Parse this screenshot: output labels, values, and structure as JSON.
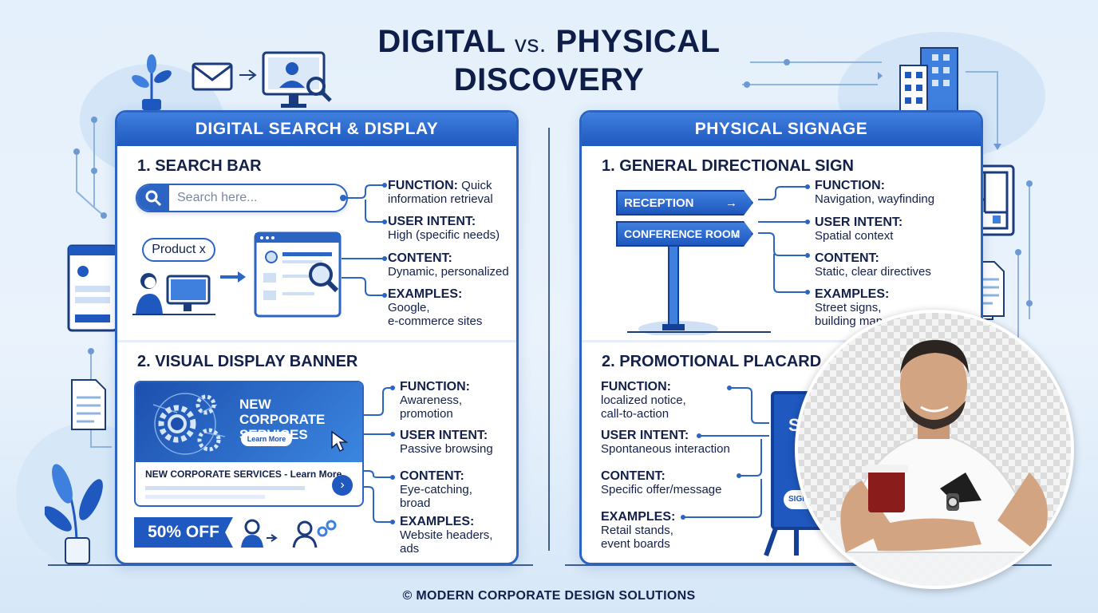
{
  "title": {
    "part1": "DIGITAL",
    "vs": "vs.",
    "part2": "PHYSICAL",
    "part3": "DISCOVERY"
  },
  "digital": {
    "header": "DIGITAL SEARCH & DISPLAY",
    "search_section": {
      "title": "1. SEARCH BAR",
      "placeholder": "Search here...",
      "bubble": "Product x",
      "items": [
        {
          "label": "FUNCTION:",
          "value_inline": "Quick",
          "value": "information retrieval"
        },
        {
          "label": "USER INTENT:",
          "value": "High (specific needs)"
        },
        {
          "label": "CONTENT:",
          "value": "Dynamic, personalized"
        },
        {
          "label": "EXAMPLES:",
          "value": "Google,",
          "value2": "e-commerce sites"
        }
      ]
    },
    "banner_section": {
      "title": "2. VISUAL DISPLAY BANNER",
      "banner_title": "NEW CORPORATE SERVICES",
      "banner_button": "Learn More",
      "banner_footer": "NEW CORPORATE SERVICES - Learn More",
      "offer": "50% OFF",
      "items": [
        {
          "label": "FUNCTION:",
          "value": "Awareness,",
          "value2": "promotion"
        },
        {
          "label": "USER INTENT:",
          "value": "Passive browsing"
        },
        {
          "label": "CONTENT:",
          "value": "Eye-catching,",
          "value2": "broad"
        },
        {
          "label": "EXAMPLES:",
          "value": "Website headers,",
          "value2": "ads"
        }
      ]
    }
  },
  "physical": {
    "header": "PHYSICAL SIGNAGE",
    "directional_section": {
      "title": "1. GENERAL DIRECTIONAL SIGN",
      "signs": [
        "RECEPTION",
        "CONFERENCE ROOM"
      ],
      "items": [
        {
          "label": "FUNCTION:",
          "value": "Navigation, wayfinding"
        },
        {
          "label": "USER INTENT:",
          "value": "Spatial context"
        },
        {
          "label": "CONTENT:",
          "value": "Static, clear directives"
        },
        {
          "label": "EXAMPLES:",
          "value": "Street signs,",
          "value2": "building map"
        }
      ]
    },
    "placard_section": {
      "title": "2. PROMOTIONAL PLACARD",
      "board_letter": "S",
      "board_button": "SIGN",
      "items": [
        {
          "label": "FUNCTION:",
          "value": "localized notice,",
          "value2": "call-to-action"
        },
        {
          "label": "USER INTENT:",
          "value": "Spontaneous interaction"
        },
        {
          "label": "CONTENT:",
          "value": "Specific offer/message"
        },
        {
          "label": "EXAMPLES:",
          "value": "Retail stands,",
          "value2": "event boards"
        }
      ]
    }
  },
  "footer": "© MODERN CORPORATE DESIGN SOLUTIONS",
  "colors": {
    "primary": "#1f58bf",
    "accent": "#3f7fde",
    "ink": "#13204a",
    "background": "#e4f0fb"
  }
}
